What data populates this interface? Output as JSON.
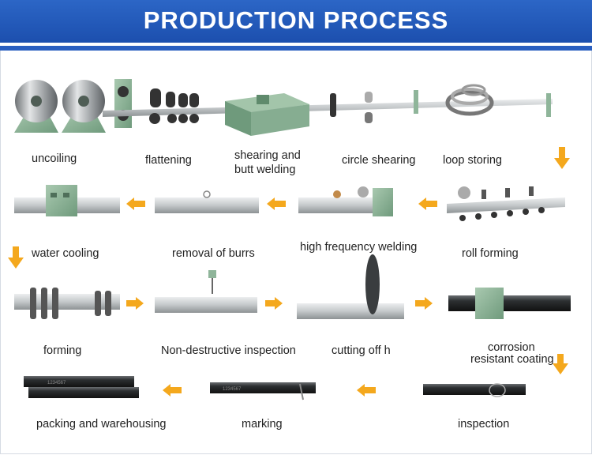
{
  "header": {
    "title": "PRODUCTION PROCESS"
  },
  "colors": {
    "header": "#2359c0",
    "arrow": "#f4a81d",
    "machine": "#8fb59a",
    "steel": "#c9ccce"
  },
  "steps": {
    "uncoiling": "uncoiling",
    "flattening": "flattening",
    "shearing_line1": "shearing and",
    "shearing_line2": "butt welding",
    "circle_shearing": "circle shearing",
    "loop_storing": "loop storing",
    "water_cooling": "water cooling",
    "removal_of_burrs": "removal of burrs",
    "hf_welding": "high frequency welding",
    "roll_forming": "roll forming",
    "forming": "forming",
    "ndi": "Non-destructive inspection",
    "cutting_off": "cutting off h",
    "corrosion_line1": "corrosion",
    "corrosion_line2": "resistant coating",
    "packing": "packing and warehousing",
    "marking": "marking",
    "inspection": "inspection"
  },
  "pipe_mark": "1234567"
}
